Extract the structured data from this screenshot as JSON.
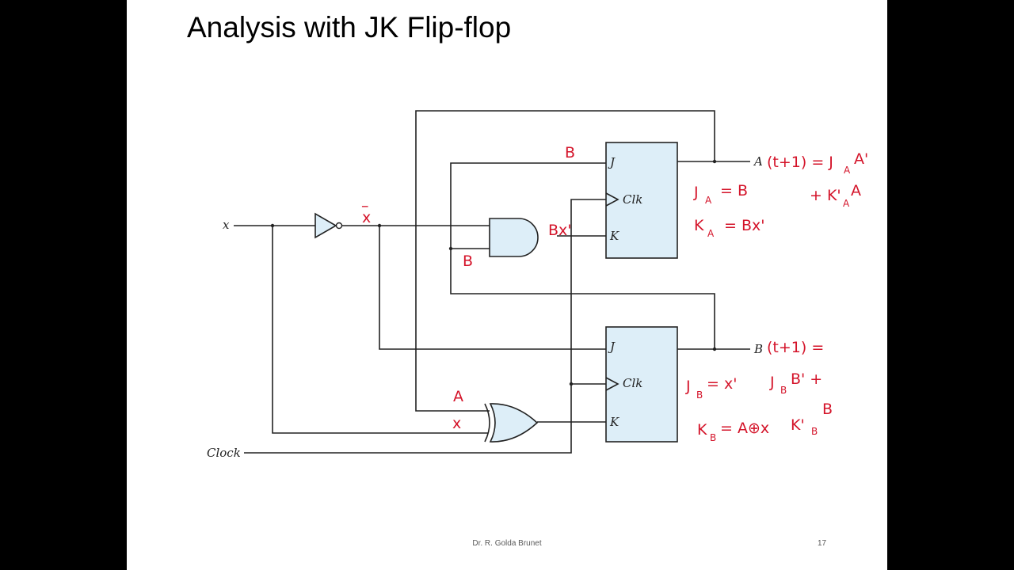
{
  "slide": {
    "title": "Analysis with JK Flip-flop",
    "footer_author": "Dr. R. Golda Brunet",
    "page_number": "17"
  },
  "colors": {
    "component_fill": "#ddeef8",
    "wire": "#222222",
    "annotation": "#d4142a"
  },
  "circuit": {
    "labels": {
      "input_x": "x",
      "clock": "Clock",
      "output_a": "A",
      "output_b": "B"
    },
    "flipflop_a": {
      "j": "J",
      "clk": "Clk",
      "k": "K"
    },
    "flipflop_b": {
      "j": "J",
      "clk": "Clk",
      "k": "K"
    }
  },
  "annotations": {
    "wire_b_top": "B",
    "x_bar_mark": "–",
    "x_bar": "x",
    "and_output": "Bx'",
    "and_input_b": "B",
    "xor_input_a": "A",
    "xor_input_x": "x",
    "a_next": "(t+1) = J",
    "a_next_sub": "A",
    "a_next_rest": "A'",
    "a_next_line2": "+ K'",
    "a_next_line2_sub": "A",
    "a_next_line2_rest": "A",
    "ja": "J",
    "ja_sub": "A",
    "ja_rest": "= B",
    "ka": "K",
    "ka_sub": "A",
    "ka_rest": "= Bx'",
    "b_next": "(t+1) =",
    "jb": "J",
    "jb_sub": "B",
    "jb_rest": "= x'",
    "jb_term": "J",
    "jb_term_sub": "B",
    "jb_term_rest": "B' +",
    "kb": "K",
    "kb_sub": "B",
    "kb_rest": "= A⊕x",
    "kb_term": "K'",
    "kb_term_sub": "B",
    "kb_term_rest": "B"
  }
}
